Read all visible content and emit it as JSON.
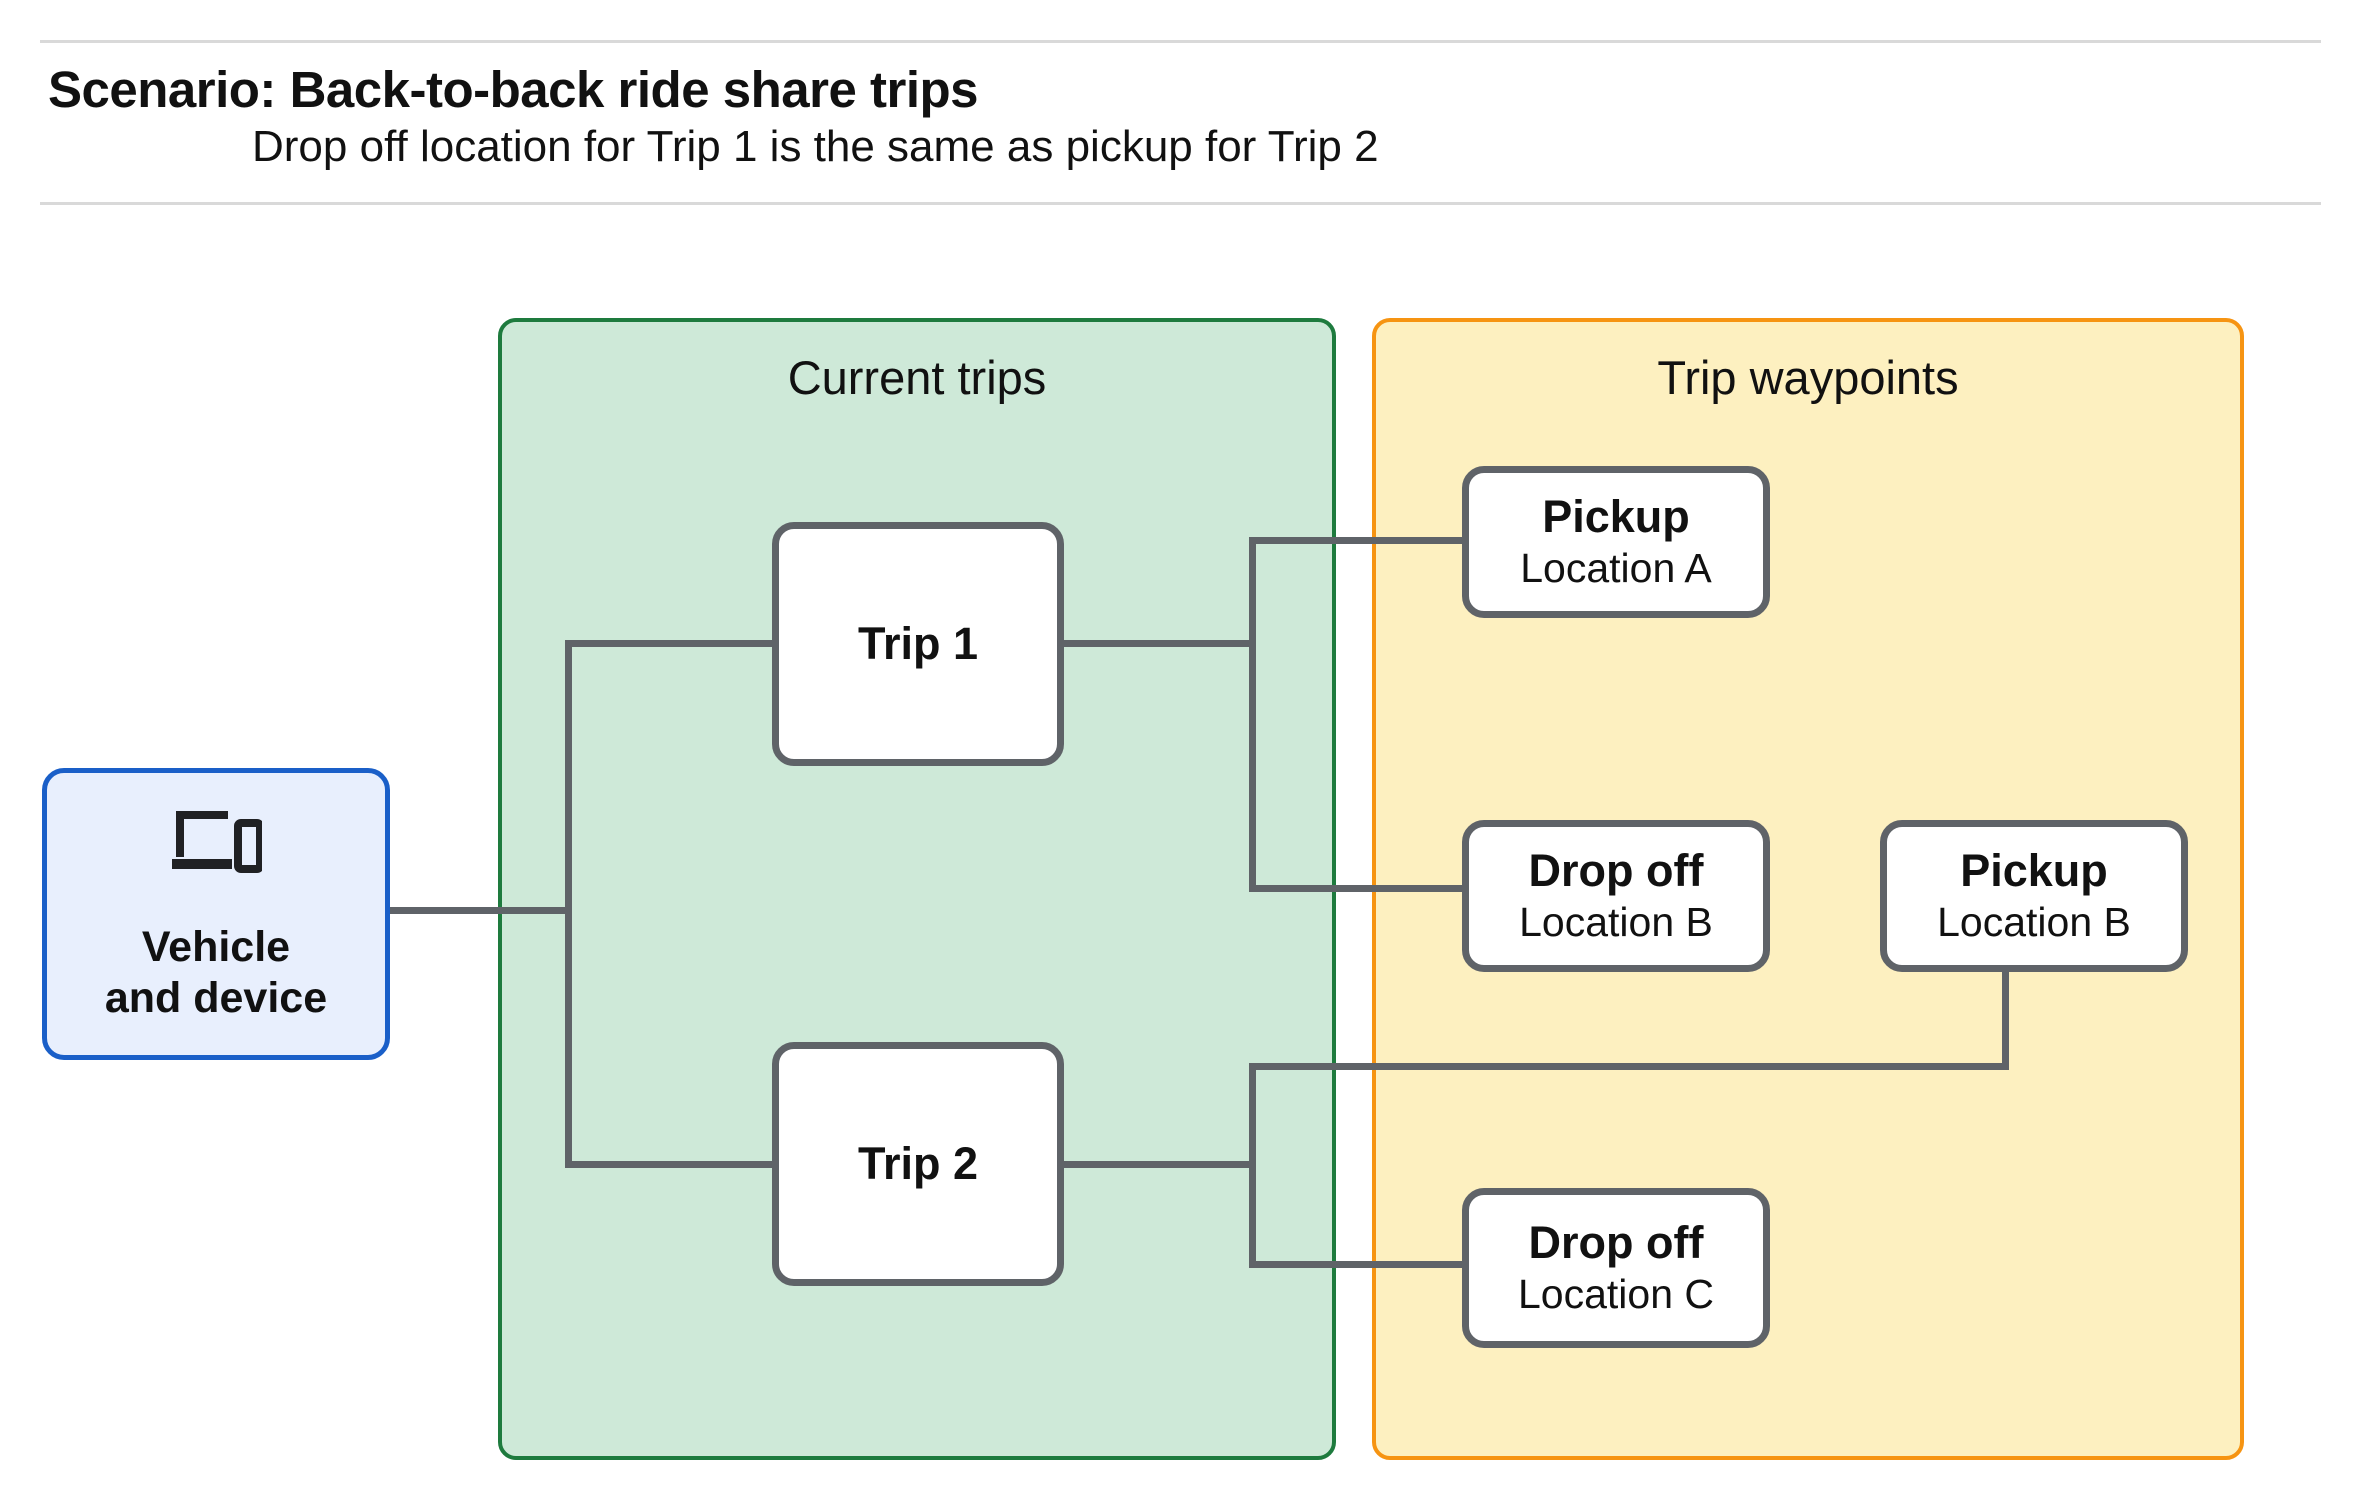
{
  "header": {
    "title": "Scenario: Back-to-back ride share trips",
    "subtitle": "Drop off  location for Trip 1 is the same as pickup for Trip 2"
  },
  "panels": {
    "current_trips": {
      "title": "Current trips",
      "border_color": "#1e7b3e",
      "fill_color": "#cee9d8"
    },
    "trip_waypoints": {
      "title": "Trip waypoints",
      "border_color": "#f69412",
      "fill_color": "#fdf0c0"
    }
  },
  "vehicle": {
    "icon": "laptop-and-phone-icon",
    "label_line1": "Vehicle",
    "label_line2": "and device",
    "border_color": "#1a5fc8",
    "fill_color": "#e8effd"
  },
  "trips": [
    {
      "label": "Trip 1"
    },
    {
      "label": "Trip 2"
    }
  ],
  "waypoints": [
    {
      "type": "Pickup",
      "location": "Location A"
    },
    {
      "type": "Drop off",
      "location": "Location B"
    },
    {
      "type": "Pickup",
      "location": "Location B"
    },
    {
      "type": "Drop off",
      "location": "Location C"
    }
  ],
  "connector_color": "#5f6368"
}
